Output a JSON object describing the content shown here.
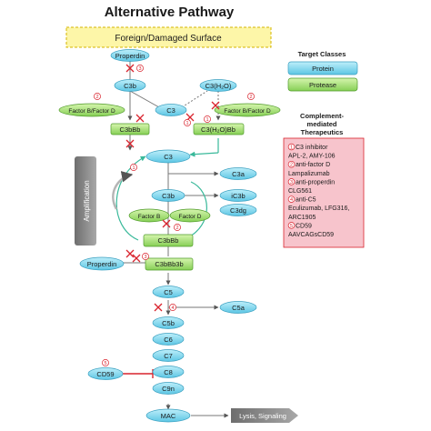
{
  "title": "Alternative Pathway",
  "surface": "Foreign/Damaged Surface",
  "nodes": {
    "properdin_top": "Properdin",
    "c3b_top": "C3b",
    "c3h2o": "C3(H₂O)",
    "factorbd_left": "Factor B/Factor D",
    "c3_upper": "C3",
    "factorbd_right": "Factor B/Factor D",
    "c3bbb": "C3bBb",
    "c3h2obb": "C3(H₂O)Bb",
    "c3_main": "C3",
    "c3a": "C3a",
    "c3b_mid": "C3b",
    "ic3b": "iC3b",
    "c3dg": "C3dg",
    "factor_b": "Factor B",
    "factor_d": "Factor D",
    "c3bbb_mid": "C3bBb",
    "properdin_mid": "Properdin",
    "c3bbb3b": "C3bBb3b",
    "c5": "C5",
    "c5a": "C5a",
    "c5b": "C5b",
    "c6": "C6",
    "c7": "C7",
    "c8": "C8",
    "c9n": "C9n",
    "cd59": "CD59",
    "mac": "MAC",
    "lysis": "Lysis, Signaling",
    "amplification": "Amplification"
  },
  "legend": {
    "header": "Target Classes",
    "protein": "Protein",
    "protease": "Protease"
  },
  "therapeutics": {
    "header_lines": [
      "Complement-",
      "mediated",
      "Therapeutics"
    ],
    "lines": [
      {
        "n": "1",
        "text": "C3 inhibitor"
      },
      {
        "n": "",
        "text": "APL-2, AMY-106"
      },
      {
        "n": "2",
        "text": "anti-factor D"
      },
      {
        "n": "",
        "text": "Lampalizumab"
      },
      {
        "n": "3",
        "text": "anti-properdin"
      },
      {
        "n": "",
        "text": "CLG561"
      },
      {
        "n": "4",
        "text": "anti-C5"
      },
      {
        "n": "",
        "text": "Eculizumab, LFG316,"
      },
      {
        "n": "",
        "text": "ARC1905"
      },
      {
        "n": "5",
        "text": "CD59"
      },
      {
        "n": "",
        "text": "AAVCAGsCD59"
      }
    ]
  },
  "markers": {
    "m_properdin_top": "3",
    "m_factorbd_left": "2",
    "m_factorbd_right": "2",
    "m_c3_upper": "1",
    "m_c3h2obb": "1",
    "m_c3bbb": "1",
    "m_factorbd_mid": "2",
    "m_properdin_mid": "3",
    "m_c5": "4",
    "m_cd59": "5"
  },
  "colors": {
    "protein": "#7fd4ec",
    "protease": "#a6e07a",
    "panel_bg": "#f7c4cc",
    "surface_bg": "#fdf6a8",
    "inhibit": "#d9232d",
    "arrow_teal": "#39b99a",
    "amplification_bg": "#8c8c8c"
  }
}
